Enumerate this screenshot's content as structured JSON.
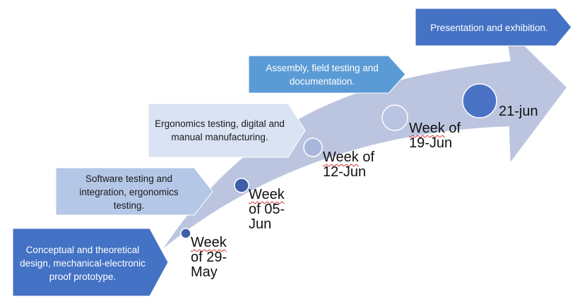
{
  "colors": {
    "arrow_fill": "#bcc5e0",
    "arrow_edge": "#ffffff",
    "phase_dark_fill": "#4472c4",
    "phase_mid_fill": "#5b9bd5",
    "phase_light_fill": "#b4c7e7",
    "phase_lightest_fill": "#dae3f3",
    "dot_dark": "#3f5ea8",
    "dot_mid": "#6f86c6",
    "dot_light": "#c8d0e8",
    "dot_outline": "#ffffff",
    "squiggle": "#d42f2f"
  },
  "phases": [
    {
      "id": "phase-1",
      "label": "Conceptual and theoretical design, mechanical-electronic proof prototype.",
      "fill": "#4472c4",
      "text_tone": "light"
    },
    {
      "id": "phase-2",
      "label": "Software testing and integration, ergonomics testing.",
      "fill": "#b4c7e7",
      "text_tone": "dark"
    },
    {
      "id": "phase-3",
      "label": "Ergonomics testing, digital and manual manufacturing.",
      "fill": "#dae3f3",
      "text_tone": "dark"
    },
    {
      "id": "phase-4",
      "label": "Assembly, field testing and documentation.",
      "fill": "#5b9bd5",
      "text_tone": "light"
    },
    {
      "id": "phase-5",
      "label": "Presentation and exhibition.",
      "fill": "#4472c4",
      "text_tone": "light"
    }
  ],
  "milestones": [
    {
      "id": "m1",
      "label": "Week of 29-May",
      "lines": [
        "Week",
        "of 29-",
        "May"
      ],
      "dot_color": "#3f5ea8",
      "dot_level": 1
    },
    {
      "id": "m2",
      "label": "Week of 05-Jun",
      "lines": [
        "Week",
        "of 05-",
        "Jun"
      ],
      "dot_color": "#3f5ea8",
      "dot_level": 2
    },
    {
      "id": "m3",
      "label": "Week of 12-Jun",
      "lines": [
        "Week of",
        "12-Jun"
      ],
      "dot_color": "#a9b6dc",
      "dot_level": 3
    },
    {
      "id": "m4",
      "label": "Week of 19-Jun",
      "lines": [
        "Week of",
        "19-Jun"
      ],
      "dot_color": "#b9c4e3",
      "dot_level": 4
    },
    {
      "id": "m5",
      "label": "21-jun",
      "lines": [
        "21-jun"
      ],
      "dot_color": "#4a72c4",
      "dot_level": 5
    }
  ]
}
